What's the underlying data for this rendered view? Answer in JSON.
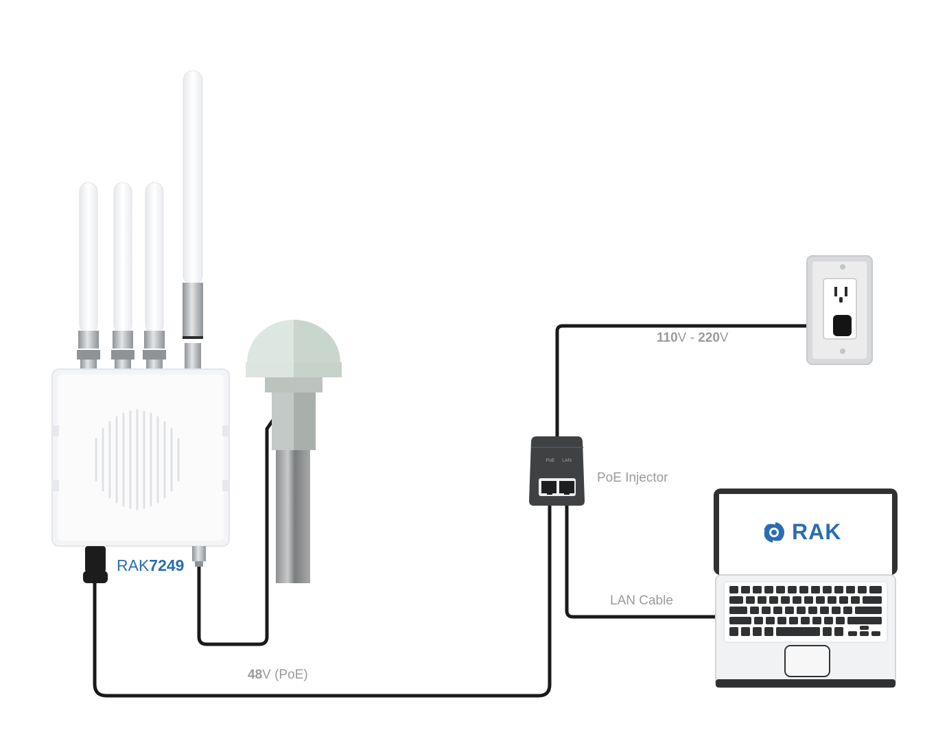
{
  "labels": {
    "model_prefix": "RAK",
    "model_number": "7249",
    "mains_low": "110",
    "mains_low_unit": "V - ",
    "mains_high": "220",
    "mains_high_unit": "V",
    "injector": "PoE Injector",
    "lan_cable": "LAN Cable",
    "poe_voltage": "48",
    "poe_unit": "V (PoE)",
    "injector_port_poe": "PoE",
    "injector_port_lan": "LAN",
    "screen_brand": "RAK"
  },
  "colors": {
    "cable": "#1a1a1a",
    "label_grey": "#9a9a9a",
    "brand_blue": "#2a6db3",
    "injector_body": "#3f4143"
  },
  "icons": {
    "laptop_logo": "rak-logo-icon"
  }
}
